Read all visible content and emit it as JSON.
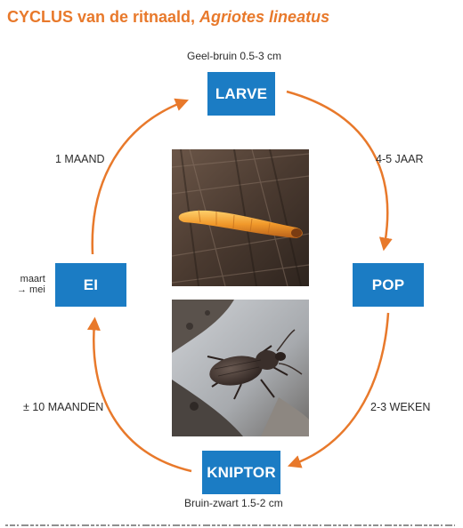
{
  "title": {
    "main": "CYCLUS van de ritnaald, ",
    "species": "Agriotes lineatus"
  },
  "stages": {
    "larve": "LARVE",
    "pop": "POP",
    "ei": "EI",
    "kniptor": "KNIPTOR"
  },
  "sizes": {
    "larve": "Geel-bruin 0.5-3 cm",
    "kniptor": "Bruin-zwart  1.5-2 cm"
  },
  "durations": {
    "larve_to_pop": "4-5 JAAR",
    "pop_to_kniptor": "2-3 WEKEN",
    "kniptor_to_ei": "± 10 MAANDEN",
    "ei_to_larve": "1 MAAND"
  },
  "egg_period": {
    "line1": "maart",
    "line2": "→ mei"
  },
  "colors": {
    "accent": "#e8792b",
    "box": "#1b7cc4"
  },
  "photos": {
    "larve": "wireworm-larva-photo",
    "kniptor": "click-beetle-photo"
  }
}
